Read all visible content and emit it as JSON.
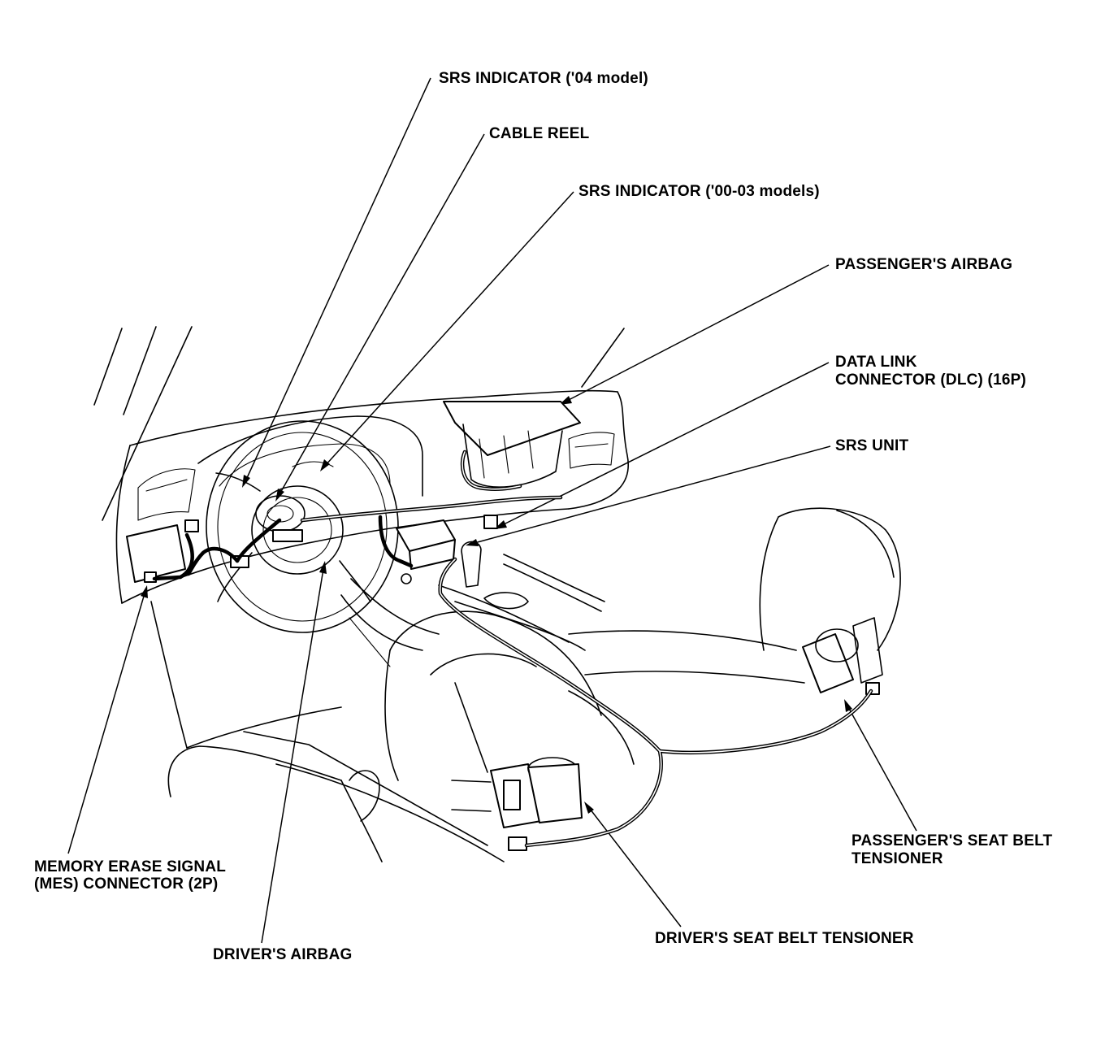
{
  "labels": {
    "srs_indicator_04": "SRS INDICATOR ('04 model)",
    "cable_reel": "CABLE REEL",
    "srs_indicator_00_03": "SRS INDICATOR ('00-03 models)",
    "passenger_airbag": "PASSENGER'S AIRBAG",
    "dlc_line1": "DATA LINK",
    "dlc_line2": "CONNECTOR (DLC) (16P)",
    "srs_unit": "SRS UNIT",
    "passenger_tensioner_line1": "PASSENGER'S SEAT BELT",
    "passenger_tensioner_line2": "TENSIONER",
    "mes_line1": "MEMORY ERASE SIGNAL",
    "mes_line2": "(MES) CONNECTOR (2P)",
    "driver_tensioner": "DRIVER'S SEAT BELT TENSIONER",
    "driver_airbag": "DRIVER'S AIRBAG"
  }
}
